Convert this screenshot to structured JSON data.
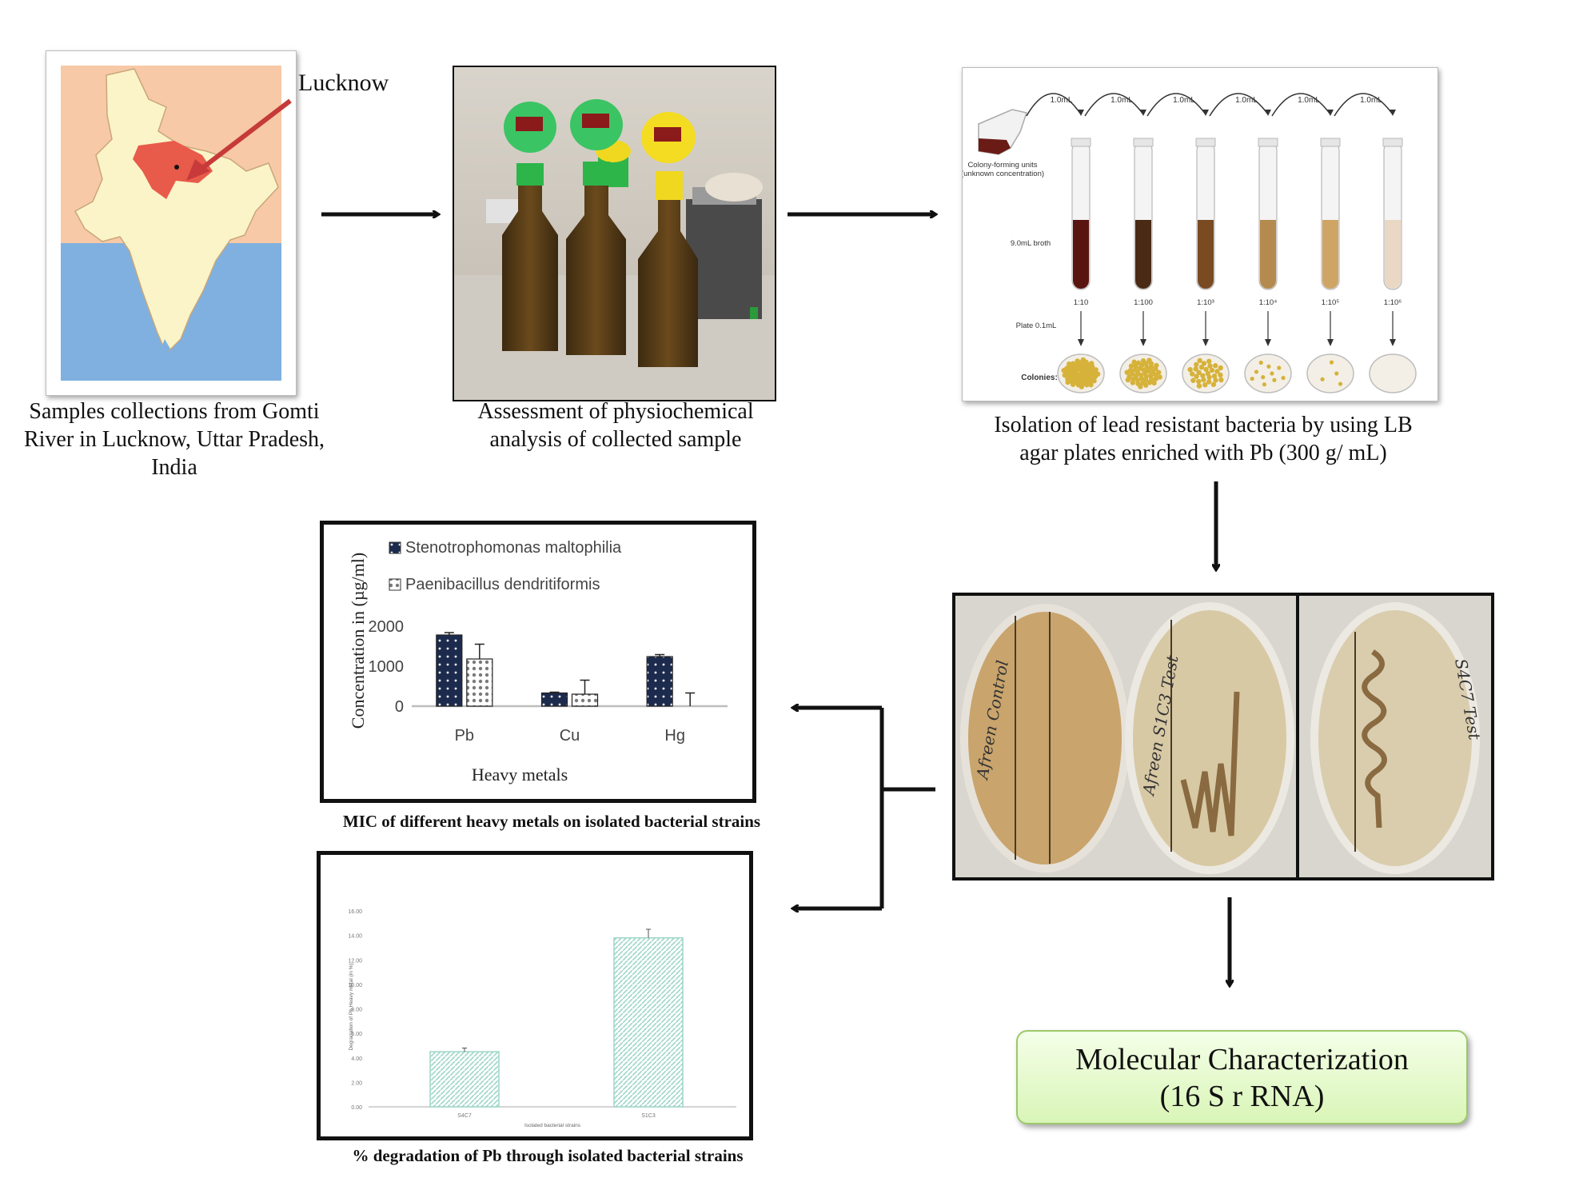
{
  "map_panel": {
    "city_label": "Lucknow",
    "caption": "Samples collections from Gomti River in Lucknow, Uttar Pradesh, India"
  },
  "bottles_panel": {
    "caption": "Assessment of physiochemical analysis of collected sample"
  },
  "dilution_panel": {
    "transfer_labels": [
      "1.0mL",
      "1.0mL",
      "1.0mL",
      "1.0mL",
      "1.0mL",
      "1.0mL"
    ],
    "source_label_line1": "Colony-forming units",
    "source_label_line2": "(unknown concentration)",
    "broth_label": "9.0mL broth",
    "dilution_labels": [
      "1:10",
      "1:100",
      "1:10³",
      "1:10⁴",
      "1:10⁵",
      "1:10⁶"
    ],
    "plate_label": "Plate 0.1mL",
    "colonies_label": "Colonies:",
    "caption": "Isolation of lead resistant bacteria by using LB agar plates enriched with Pb (300 g/ mL)",
    "colors": {
      "tube_liquid": [
        "#5a1410",
        "#4a2a14",
        "#7a4a22",
        "#b58a4e",
        "#cfa566",
        "#ead8c4"
      ]
    }
  },
  "plates_panel": {
    "plate_labels": [
      "Afreen Control",
      "Afreen S1C3 Test",
      "S4C7 Test"
    ]
  },
  "mic_chart": {
    "caption": "MIC of different heavy metals on isolated bacterial strains",
    "chart_data": {
      "type": "bar",
      "categories": [
        "Pb",
        "Cu",
        "Hg"
      ],
      "series": [
        {
          "name": "Stenotrophomonas maltophilia",
          "values": [
            1780,
            330,
            1240
          ],
          "errors": [
            60,
            20,
            50
          ],
          "color": "#1c2b4d"
        },
        {
          "name": "Paenibacillus dendritiformis",
          "values": [
            1180,
            300,
            0
          ],
          "errors": [
            370,
            350,
            330
          ],
          "color": "#7a7a7a"
        }
      ],
      "xlabel": "Heavy metals",
      "ylabel": "Concentration in (µg/ml)",
      "ylim": [
        0,
        2000
      ],
      "yticks": [
        0,
        1000,
        2000
      ],
      "legend": "top-left",
      "grid": false
    }
  },
  "degradation_chart": {
    "caption": "% degradation of Pb through  isolated bacterial strains",
    "chart_data": {
      "type": "bar",
      "categories": [
        "S4C7",
        "S1C3"
      ],
      "values": [
        4.5,
        13.8
      ],
      "errors": [
        0.3,
        0.7
      ],
      "xlabel": "Isolated bacterial strains",
      "ylabel": "Degradation of Pb Heavy metal (in %)",
      "ylim": [
        0,
        16
      ],
      "yticks": [
        "0.00",
        "2.00",
        "4.00",
        "6.00",
        "8.00",
        "10.00",
        "12.00",
        "14.00",
        "16.00"
      ],
      "grid": false,
      "color": "#9ed6c8"
    }
  },
  "molecular_box": {
    "line1": "Molecular Characterization",
    "line2": "(16 S r RNA)"
  }
}
